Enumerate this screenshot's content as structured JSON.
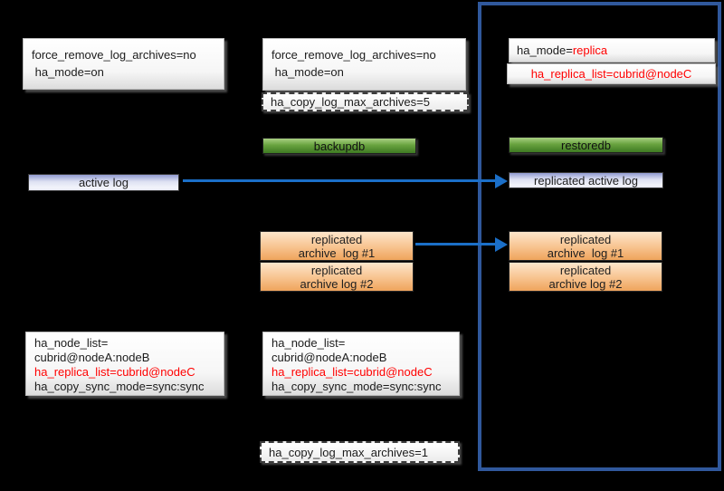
{
  "colors": {
    "background": "#000000",
    "panel_border": "#30589C",
    "arrow": "#1B6FC8",
    "highlight_text": "#FF0000",
    "command_box_green": "#3E7A22",
    "log_box_lavender": "#929BD1",
    "archive_box_orange": "#EFA45C"
  },
  "left_column": {
    "config_top": {
      "line1": "force_remove_log_archives=no",
      "line2": " ha_mode=on"
    },
    "active_log_label": "active log",
    "config_bottom": {
      "line1": "ha_node_list=",
      "line2": "cubrid@nodeA:nodeB",
      "line3": "ha_replica_list=cubrid@nodeC",
      "line4": "ha_copy_sync_mode=sync:sync"
    }
  },
  "middle_column": {
    "config_top": {
      "line1": "force_remove_log_archives=no",
      "line2": " ha_mode=on"
    },
    "copy_log_max_top": "ha_copy_log_max_archives=5",
    "backupdb_label": "backupdb",
    "archive1": {
      "line1": "replicated",
      "line2": "archive  log #1"
    },
    "archive2": {
      "line1": "replicated",
      "line2": "archive log #2"
    },
    "config_bottom": {
      "line1": "ha_node_list=",
      "line2": "cubrid@nodeA:nodeB",
      "line3": "ha_replica_list=cubrid@nodeC",
      "line4": "ha_copy_sync_mode=sync:sync"
    },
    "copy_log_max_bottom": "ha_copy_log_max_archives=1"
  },
  "replica_panel": {
    "ha_mode": {
      "prefix": "ha_mode=",
      "value": "replica"
    },
    "ha_replica_list": "ha_replica_list=cubrid@nodeC",
    "restoredb_label": "restoredb",
    "replicated_active_log_label": "replicated active log",
    "archive1": {
      "line1": "replicated",
      "line2": "archive  log #1"
    },
    "archive2": {
      "line1": "replicated",
      "line2": "archive log #2"
    }
  }
}
